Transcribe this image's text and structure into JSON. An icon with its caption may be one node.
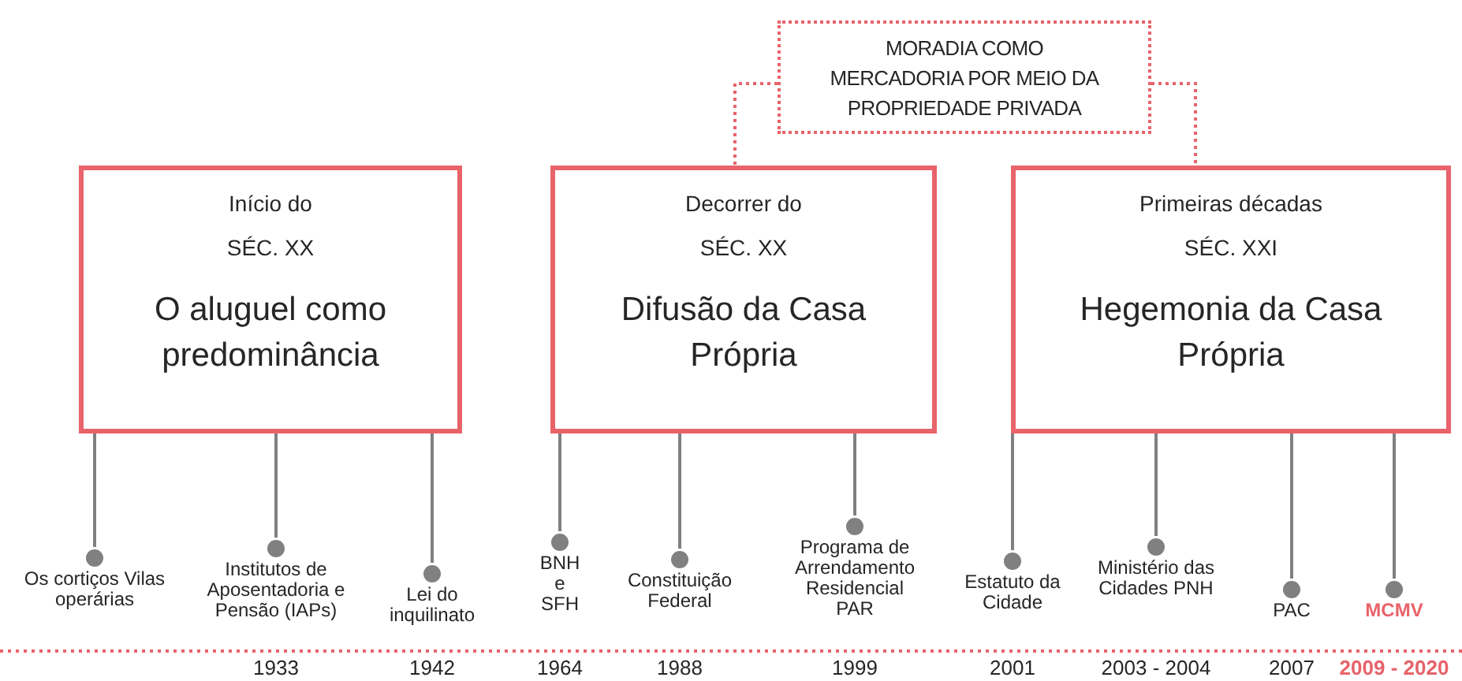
{
  "diagram": {
    "nodes": [
      {
        "text": [
          "MORADIA COMO MERCADORIA POR MEIO DA PROPRIEDADE PRIVADA"
        ]
      },
      {
        "text": [
          "Início do",
          "SÉC. XX",
          "O aluguel como predominância"
        ]
      },
      {
        "text": [
          "Decorrer do",
          "SÉC. XX",
          "Difusão da Casa Própria"
        ]
      },
      {
        "text": [
          "Primeiras décadas",
          "SÉC. XXI",
          "Hegemonia da Casa Própria"
        ]
      },
      {
        "text": [
          "Os cortiços Vilas operárias"
        ]
      },
      {
        "text": [
          "Institutos de Aposentadoria e Pensão (IAPs)"
        ],
        "beside": [
          "1933"
        ]
      },
      {
        "text": [
          "Lei do inquilinato"
        ],
        "beside": [
          "1942"
        ]
      },
      {
        "text": [
          "BNH e SFH"
        ],
        "beside": [
          "1964"
        ]
      },
      {
        "text": [
          "Constituição Federal"
        ],
        "beside": [
          "1988"
        ]
      },
      {
        "text": [
          "Programa de Arrendamento Residencial PAR"
        ],
        "beside": [
          "1999"
        ]
      },
      {
        "text": [
          "Estatuto da Cidade"
        ],
        "beside": [
          "2001"
        ]
      },
      {
        "text": [
          "Ministério das Cidades PNH"
        ],
        "beside": [
          "2003 - 2004"
        ]
      },
      {
        "text": [
          "PAC"
        ],
        "beside": [
          "2007"
        ]
      },
      {
        "text": [
          "MCMV"
        ],
        "beside": [
          "2009 - 2020"
        ]
      }
    ],
    "edges": [
      {
        "from": 0,
        "to": 2,
        "arrow": "none",
        "style": "dashed",
        "color": "#e8636a"
      },
      {
        "from": 0,
        "to": 3,
        "arrow": "none",
        "style": "dashed",
        "color": "#e8636a"
      },
      {
        "from": 1,
        "to": 4,
        "arrow": "other"
      },
      {
        "from": 1,
        "to": 5,
        "arrow": "other"
      },
      {
        "from": 1,
        "to": 6,
        "arrow": "other"
      },
      {
        "from": 2,
        "to": 7,
        "arrow": "other"
      },
      {
        "from": 2,
        "to": 8,
        "arrow": "other"
      },
      {
        "from": 2,
        "to": 9,
        "arrow": "other"
      },
      {
        "from": 3,
        "to": 10,
        "arrow": "other"
      },
      {
        "from": 3,
        "to": 11,
        "arrow": "other"
      },
      {
        "from": 3,
        "to": 12,
        "arrow": "other"
      },
      {
        "from": 3,
        "to": 13,
        "arrow": "other"
      }
    ]
  }
}
